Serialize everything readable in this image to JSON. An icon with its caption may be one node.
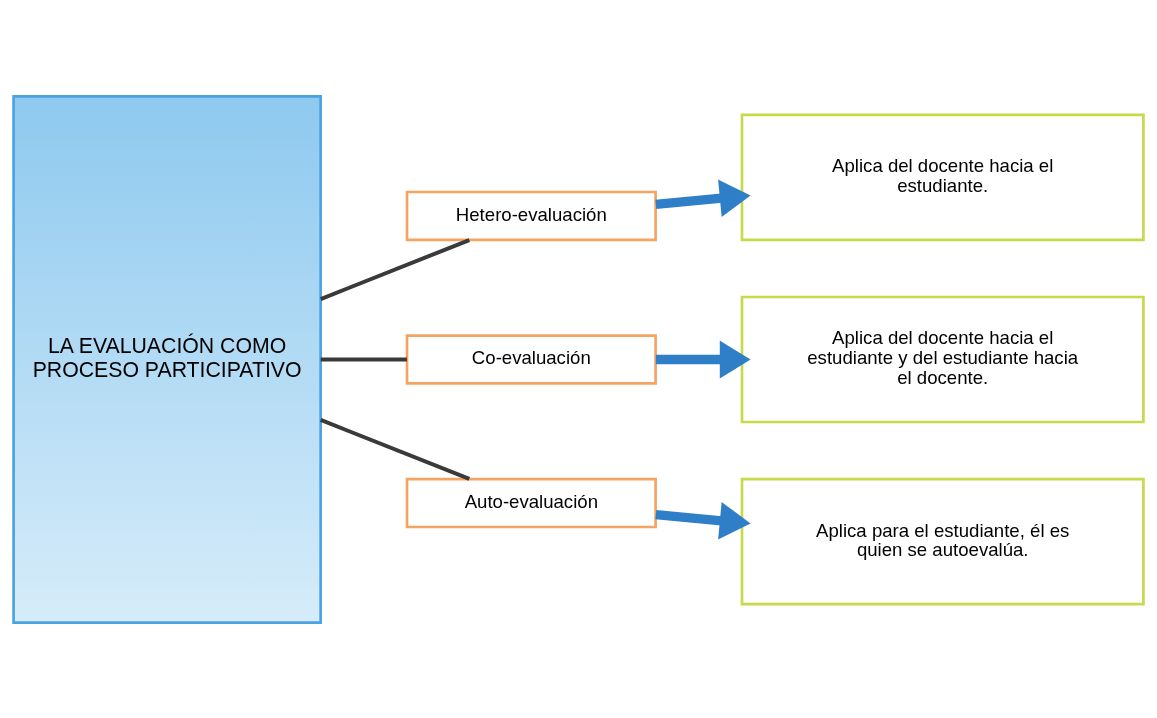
{
  "diagram": {
    "nodes": [
      {
        "text": [
          "LA EVALUACIÓN COMO PROCESO PARTICIPATIVO"
        ]
      },
      {
        "text": [
          "Hetero-evaluación"
        ]
      },
      {
        "text": [
          "Aplica del docente hacia el estudiante."
        ]
      },
      {
        "text": [
          "Co-evaluación"
        ]
      },
      {
        "text": [
          "Aplica del docente hacia el estudiante y del estudiante hacia el docente."
        ]
      },
      {
        "text": [
          "Auto-evaluación"
        ]
      },
      {
        "text": [
          "Aplica para el estudiante, él es quien se autoevalúa."
        ]
      }
    ],
    "edges": [
      {
        "from": 0,
        "to": 1,
        "arrow": "none"
      },
      {
        "from": 1,
        "to": 2,
        "arrow": "to",
        "style": "thick",
        "color": "#2f7fc8"
      },
      {
        "from": 0,
        "to": 3,
        "arrow": "none"
      },
      {
        "from": 3,
        "to": 4,
        "arrow": "to",
        "style": "thick",
        "color": "#2f7fc8"
      },
      {
        "from": 0,
        "to": 5,
        "arrow": "none"
      },
      {
        "from": 5,
        "to": 6,
        "arrow": "to",
        "style": "thick",
        "color": "#2f7fc8"
      }
    ]
  }
}
